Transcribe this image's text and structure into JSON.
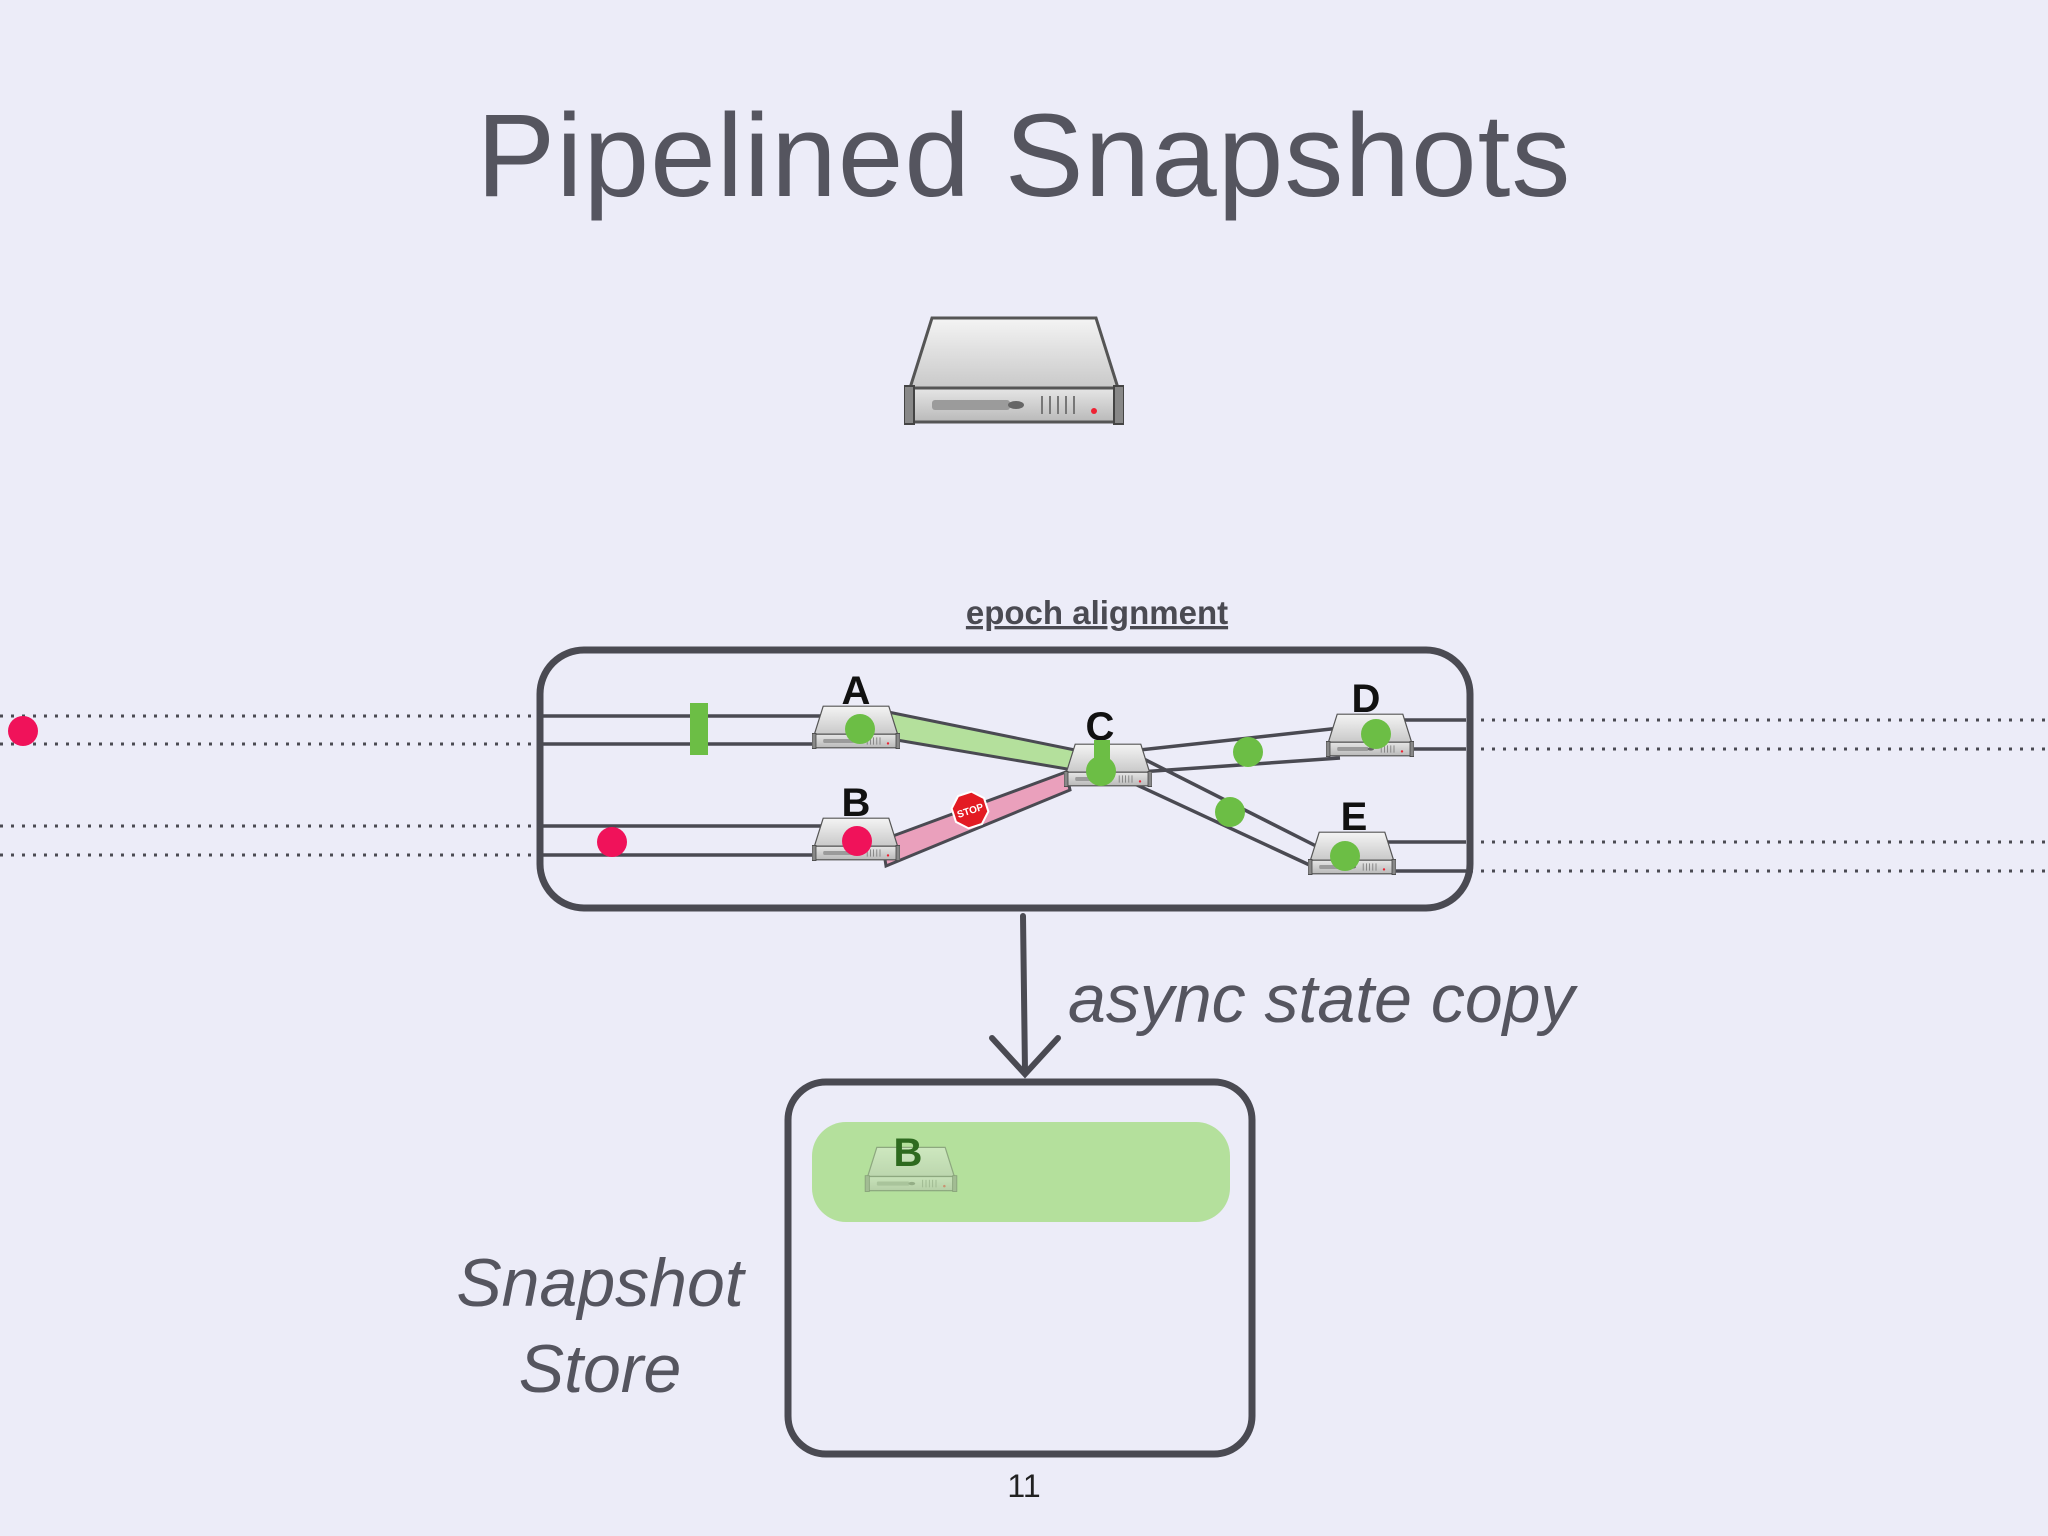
{
  "slide": {
    "title": "Pipelined Snapshots",
    "page_number": "11"
  },
  "diagram": {
    "alignment_label": "epoch alignment",
    "async_label": "async state copy",
    "store_label_line1": "Snapshot",
    "store_label_line2": "Store",
    "operators": {
      "a": "A",
      "b": "B",
      "c": "C",
      "d": "D",
      "e": "E"
    },
    "snapshot_entry_label": "B",
    "stop_sign_text": "STOP"
  },
  "colors": {
    "background": "#ececf8",
    "outline": "#4a4a52",
    "green_marker": "#6cbe45",
    "red_marker": "#f0125a",
    "green_channel": "#b4e09c",
    "red_channel": "#eaa0bc",
    "text": "#55555f"
  }
}
